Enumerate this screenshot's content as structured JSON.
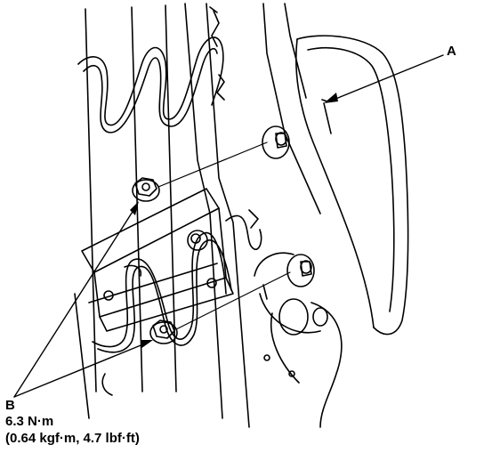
{
  "labels": {
    "a": "A",
    "b": "B",
    "torque_nm": "6.3 N·m",
    "torque_alt": "(0.64 kgf·m, 4.7 lbf·ft)"
  },
  "colors": {
    "ink": "#000000",
    "paper": "#ffffff"
  }
}
